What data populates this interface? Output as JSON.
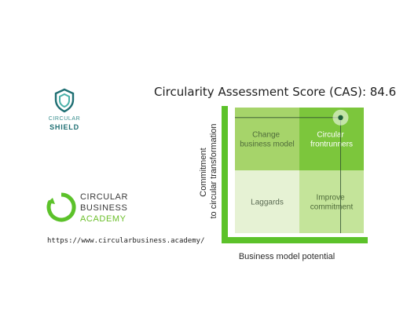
{
  "header": {
    "title": "Circularity Assessment Score (CAS): 84.6"
  },
  "logos": {
    "shield": {
      "line1": "CIRCULAR",
      "line2": "SHIELD"
    },
    "academy": {
      "line1": "CIRCULAR",
      "line2": "BUSINESS",
      "line3": "ACADEMY"
    }
  },
  "footer": {
    "url": "https://www.circularbusiness.academy/"
  },
  "colors": {
    "accent_green": "#5cc22a",
    "quadrant_top_left": "#a6d46a",
    "quadrant_top_right": "#7cc63c",
    "quadrant_bottom_left": "#e6f2d4",
    "quadrant_bottom_right": "#c4e49a",
    "marker": "#1f5e3a",
    "teal": "#1f6f73"
  },
  "chart_data": {
    "type": "scatter",
    "title": "Circularity Assessment Score (CAS): 84.6",
    "xlabel": "Business model potential",
    "ylabel": "Commitment to circular transformation",
    "ylabel_lines": [
      "Commitment",
      "to circular transformation"
    ],
    "xlim": [
      0,
      1
    ],
    "ylim": [
      0,
      1
    ],
    "grid": false,
    "quadrants": [
      {
        "key": "top_left",
        "lines": [
          "Change",
          "business model"
        ]
      },
      {
        "key": "top_right",
        "lines": [
          "Circular",
          "frontrunners"
        ]
      },
      {
        "key": "bottom_left",
        "lines": [
          "Laggards"
        ]
      },
      {
        "key": "bottom_right",
        "lines": [
          "Improve",
          "commitment"
        ]
      }
    ],
    "points": [
      {
        "x": 0.82,
        "y": 0.92
      }
    ]
  }
}
